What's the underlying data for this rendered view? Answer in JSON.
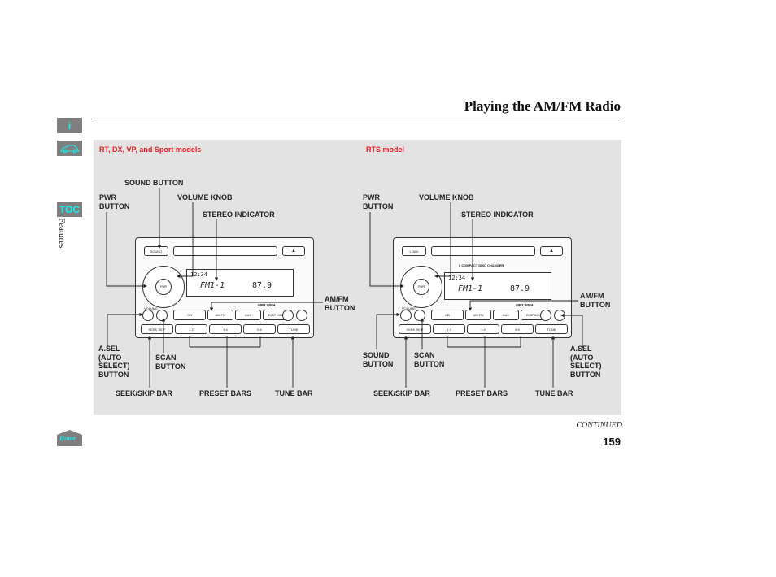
{
  "header": {
    "title": "Playing the AM/FM Radio"
  },
  "nav": {
    "info": "i",
    "toc": "TOC",
    "side_label": "Features",
    "home": "Home"
  },
  "sections": [
    {
      "model": "RT, DX, VP, and Sport models",
      "labels": {
        "sound": "SOUND BUTTON",
        "pwr": "PWR\nBUTTON",
        "volume": "VOLUME KNOB",
        "stereo": "STEREO INDICATOR",
        "amfm": "AM/FM\nBUTTON",
        "asel": "A.SEL\n(AUTO\nSELECT)\nBUTTON",
        "scan": "SCAN\nBUTTON",
        "seek": "SEEK/SKIP BAR",
        "preset": "PRESET BARS",
        "tune": "TUNE BAR"
      }
    },
    {
      "model": "RTS model",
      "labels": {
        "sound": "SOUND\nBUTTON",
        "pwr": "PWR\nBUTTON",
        "volume": "VOLUME KNOB",
        "stereo": "STEREO INDICATOR",
        "amfm": "AM/FM\nBUTTON",
        "asel": "A.SEL\n(AUTO\nSELECT)\nBUTTON",
        "scan": "SCAN\nBUTTON",
        "seek": "SEEK/SKIP BAR",
        "preset": "PRESET BARS",
        "tune": "TUNE BAR"
      }
    }
  ],
  "radios": [
    {
      "top_button": "SOUND",
      "changer": "",
      "clock": "12:34",
      "band": "FM1-1",
      "freq": "87.9",
      "formats": "MP3  WMA",
      "volume": "VOLUME",
      "pwr": "PWR",
      "buttons": [
        "CD",
        "AM FM",
        "AUX",
        "DISP MODE"
      ],
      "bars": [
        "SEEK SKIP",
        "1     2",
        "3     4",
        "5     6",
        "TUNE"
      ]
    },
    {
      "top_button": "LOAD",
      "changer": "6 COMPACT DISC CHANGER",
      "clock": "12:34",
      "band": "FM1-1",
      "freq": "87.9",
      "formats": "MP3  WMA",
      "volume": "VOLUME",
      "pwr": "PWR",
      "buttons": [
        "CD",
        "AM FM",
        "AUX",
        "DISP MODE"
      ],
      "bars": [
        "SEEK SKIP",
        "1     2",
        "3     4",
        "5     6",
        "TUNE"
      ]
    }
  ],
  "footer": {
    "continued": "CONTINUED",
    "page": "159"
  }
}
